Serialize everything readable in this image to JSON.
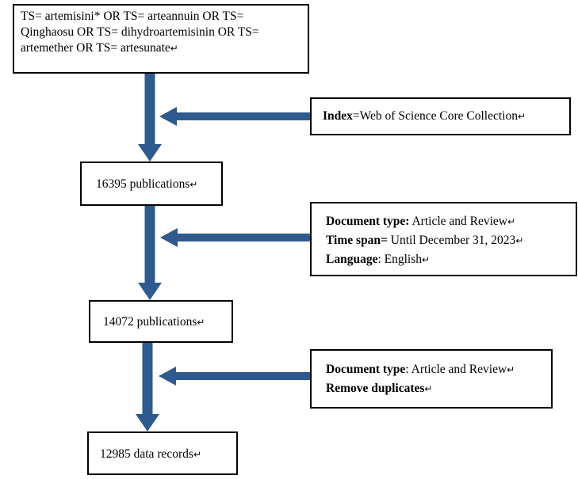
{
  "query": {
    "line1": "TS= artemisini* OR TS= arteannuin OR TS=",
    "line2": "Qinghaosu OR TS= dihydroartemisinin OR TS=",
    "line3": "artemether OR TS= artesunate"
  },
  "index_box": {
    "label": "Index",
    "text": "=Web of Science Core Collection"
  },
  "step1": {
    "count_text": "16395 publications"
  },
  "filter1": {
    "doc_label": "Document type:",
    "doc_value": " Article and Review",
    "time_label": "Time span=",
    "time_value": " Until December 31, 2023",
    "lang_label": "Language",
    "lang_value": ": English"
  },
  "step2": {
    "count_text": "14072 publications"
  },
  "filter2": {
    "doc_label": "Document type",
    "doc_value": ": Article and Review",
    "dup_label": "Remove duplicates"
  },
  "step3": {
    "count_text": "12985 data records"
  },
  "paragraph_mark": "↵",
  "colors": {
    "arrow": "#2e5a8e",
    "border": "#000000"
  }
}
